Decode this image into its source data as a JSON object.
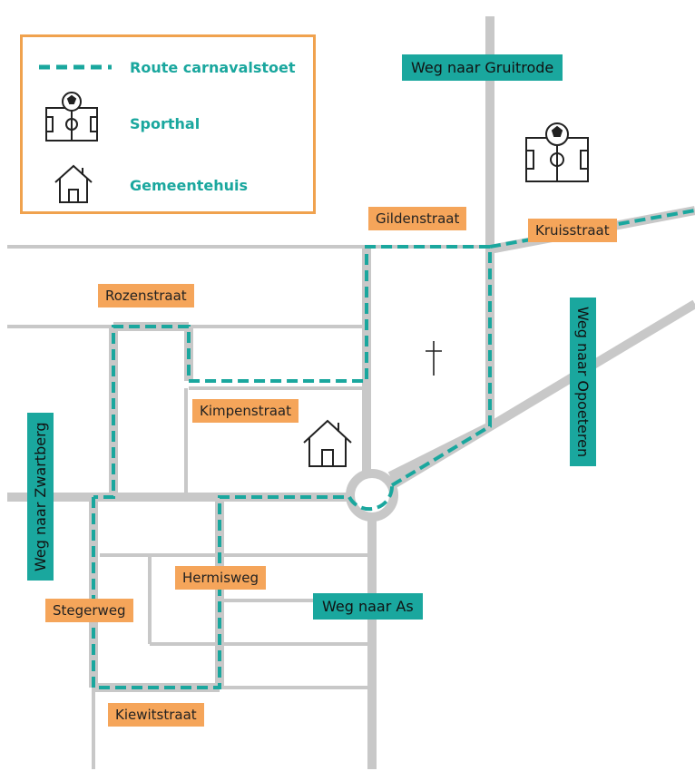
{
  "legend": {
    "route_label": "Route carnavalstoet",
    "sporthal_label": "Sporthal",
    "gemeentehuis_label": "Gemeentehuis"
  },
  "roads": {
    "gruitrode": "Weg naar Gruitrode",
    "opoeteren": "Weg naar Opoeteren",
    "zwartberg": "Weg naar Zwartberg",
    "as": "Weg naar As"
  },
  "streets": {
    "gildenstraat": "Gildenstraat",
    "kruisstraat": "Kruisstraat",
    "rozenstraat": "Rozenstraat",
    "kimpenstraat": "Kimpenstraat",
    "hermisweg": "Hermisweg",
    "stegerweg": "Stegerweg",
    "kiewitstraat": "Kiewitstraat"
  },
  "colors": {
    "road": "#c8c8c8",
    "route": "#1aa79e",
    "label_orange": "#f5a55a",
    "label_teal": "#1aa79e",
    "legend_border": "#f0a24e"
  },
  "icons": [
    "route-dash-icon",
    "sporthal-icon",
    "gemeentehuis-icon",
    "church-cross-icon"
  ]
}
